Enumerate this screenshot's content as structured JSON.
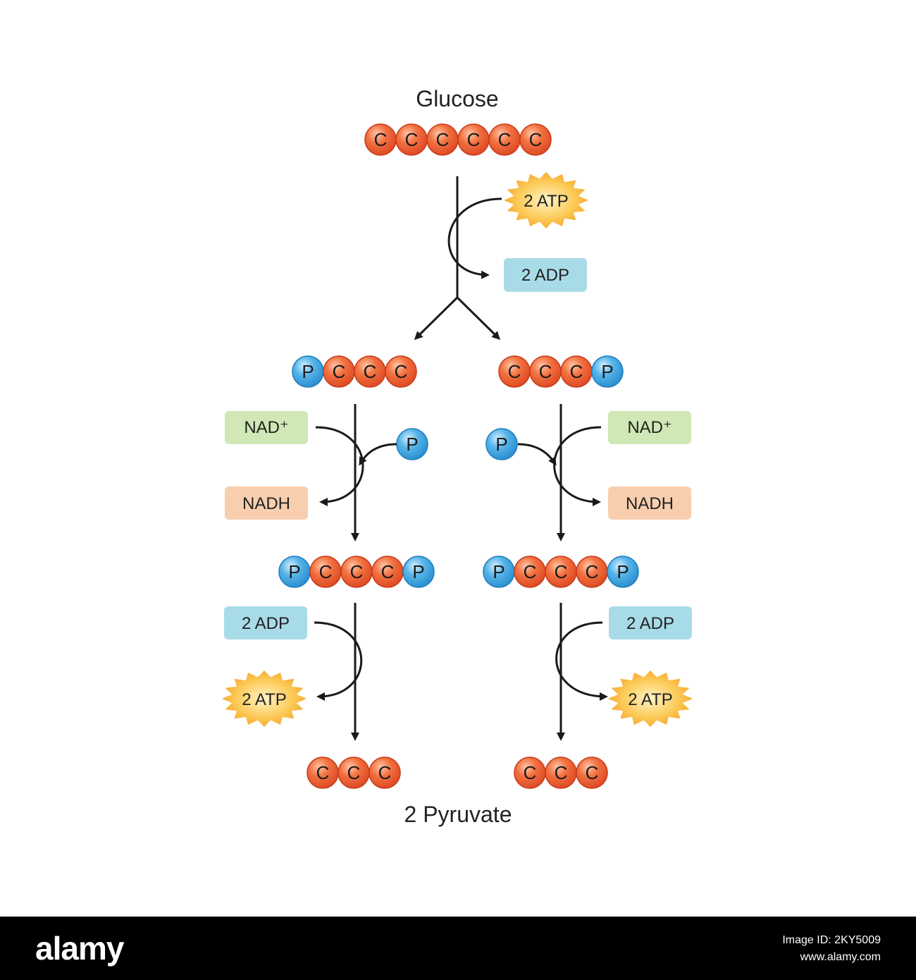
{
  "diagram": {
    "title_top": "Glucose",
    "title_bottom": "2 Pyruvate",
    "atom_labels": {
      "carbon": "C",
      "phosphate": "P"
    },
    "molecules": {
      "glucose": [
        "C",
        "C",
        "C",
        "C",
        "C",
        "C"
      ],
      "split_left": [
        "P",
        "C",
        "C",
        "C"
      ],
      "split_right": [
        "C",
        "C",
        "C",
        "P"
      ],
      "bisphosphate_left": [
        "P",
        "C",
        "C",
        "C",
        "P"
      ],
      "bisphosphate_right": [
        "P",
        "C",
        "C",
        "C",
        "P"
      ],
      "pyruvate_left": [
        "C",
        "C",
        "C"
      ],
      "pyruvate_right": [
        "C",
        "C",
        "C"
      ]
    },
    "step1": {
      "input": "2 ATP",
      "output": "2 ADP"
    },
    "step2_left": {
      "input": "NAD⁺",
      "output": "NADH",
      "added": "P"
    },
    "step2_right": {
      "input": "NAD⁺",
      "output": "NADH",
      "added": "P"
    },
    "step3_left": {
      "input": "2 ADP",
      "output": "2 ATP"
    },
    "step3_right": {
      "input": "2 ADP",
      "output": "2 ATP"
    },
    "colors": {
      "carbon": "#ee5a33",
      "phosphate": "#3a9fdc",
      "atp": "#f6a623",
      "adp": "#a8dbe8",
      "nad": "#cfe8b6",
      "nadh": "#f8ceae",
      "arrow": "#1a1a1a"
    }
  },
  "footer": {
    "logo": "alamy",
    "image_id_label": "Image ID: 2KY5009",
    "url": "www.alamy.com"
  }
}
